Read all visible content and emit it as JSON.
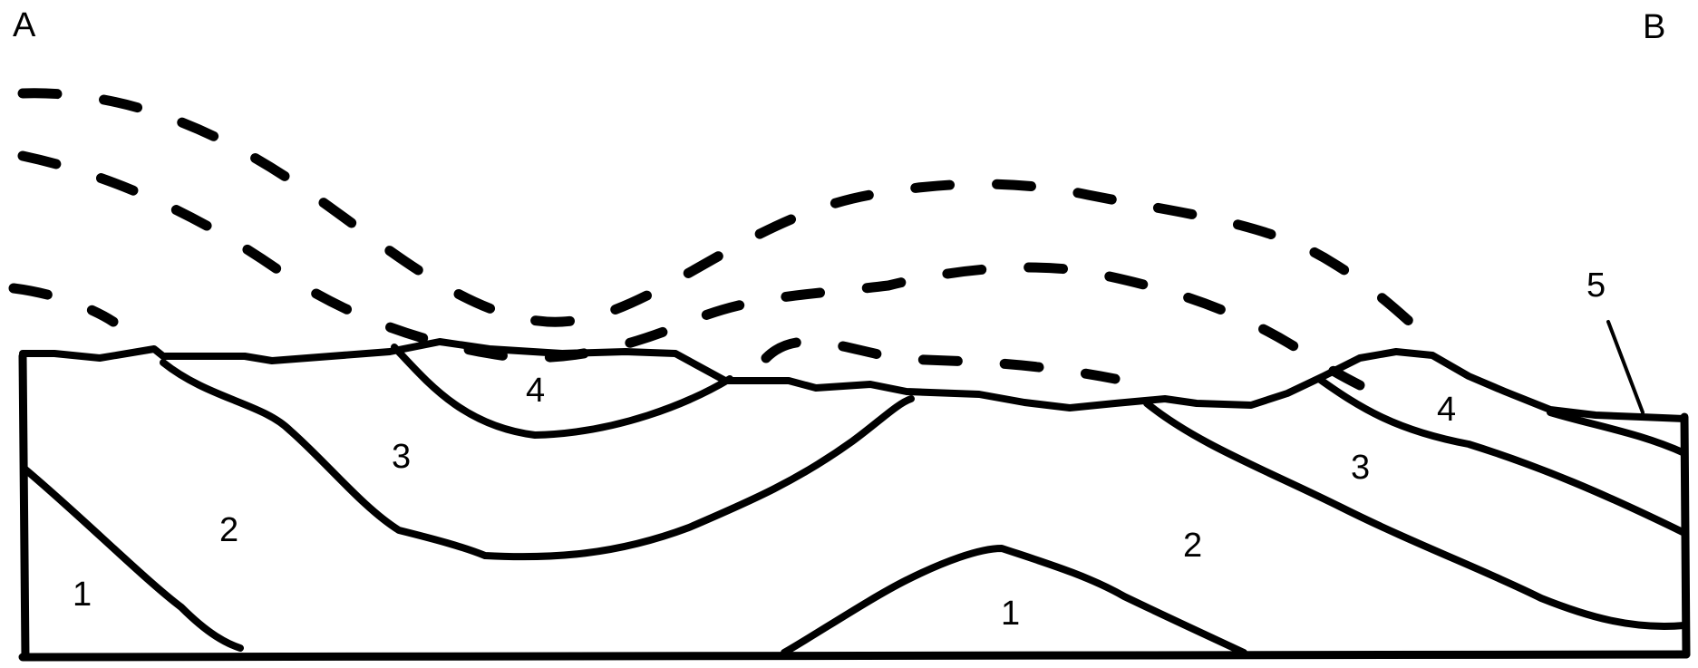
{
  "corner_labels": {
    "left": "A",
    "right": "B"
  },
  "layer_labels": {
    "left_1": "1",
    "left_2": "2",
    "left_3": "3",
    "left_4": "4",
    "mid_1": "1",
    "right_2": "2",
    "right_3": "3",
    "right_4": "4",
    "right_5": "5"
  },
  "colors": {
    "ink": "#000000",
    "background": "#ffffff"
  }
}
